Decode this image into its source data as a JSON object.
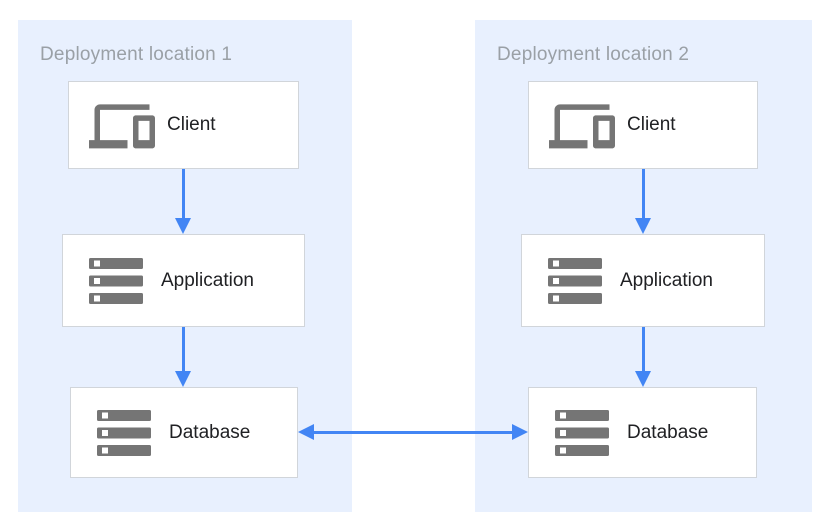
{
  "theme": {
    "accent_blue": "#4285F4",
    "panel_bg": "#E8F0FE",
    "icon_gray": "#757575",
    "title_gray": "#9AA0A6",
    "label_color": "#202124",
    "box_border": "#D1D5DA",
    "box_bg": "#FFFFFF"
  },
  "diagram": {
    "panels": [
      {
        "title": "Deployment location 1",
        "nodes": [
          {
            "label": "Client",
            "icon": "devices-icon"
          },
          {
            "label": "Application",
            "icon": "server-stack-icon"
          },
          {
            "label": "Database",
            "icon": "server-stack-icon"
          }
        ]
      },
      {
        "title": "Deployment location 2",
        "nodes": [
          {
            "label": "Client",
            "icon": "devices-icon"
          },
          {
            "label": "Application",
            "icon": "server-stack-icon"
          },
          {
            "label": "Database",
            "icon": "server-stack-icon"
          }
        ]
      }
    ],
    "connections": [
      {
        "from": "client-1",
        "to": "application-1",
        "style": "one-way-down"
      },
      {
        "from": "application-1",
        "to": "database-1",
        "style": "one-way-down"
      },
      {
        "from": "client-2",
        "to": "application-2",
        "style": "one-way-down"
      },
      {
        "from": "application-2",
        "to": "database-2",
        "style": "one-way-down"
      },
      {
        "from": "database-1",
        "to": "database-2",
        "style": "two-way-horizontal"
      }
    ]
  }
}
